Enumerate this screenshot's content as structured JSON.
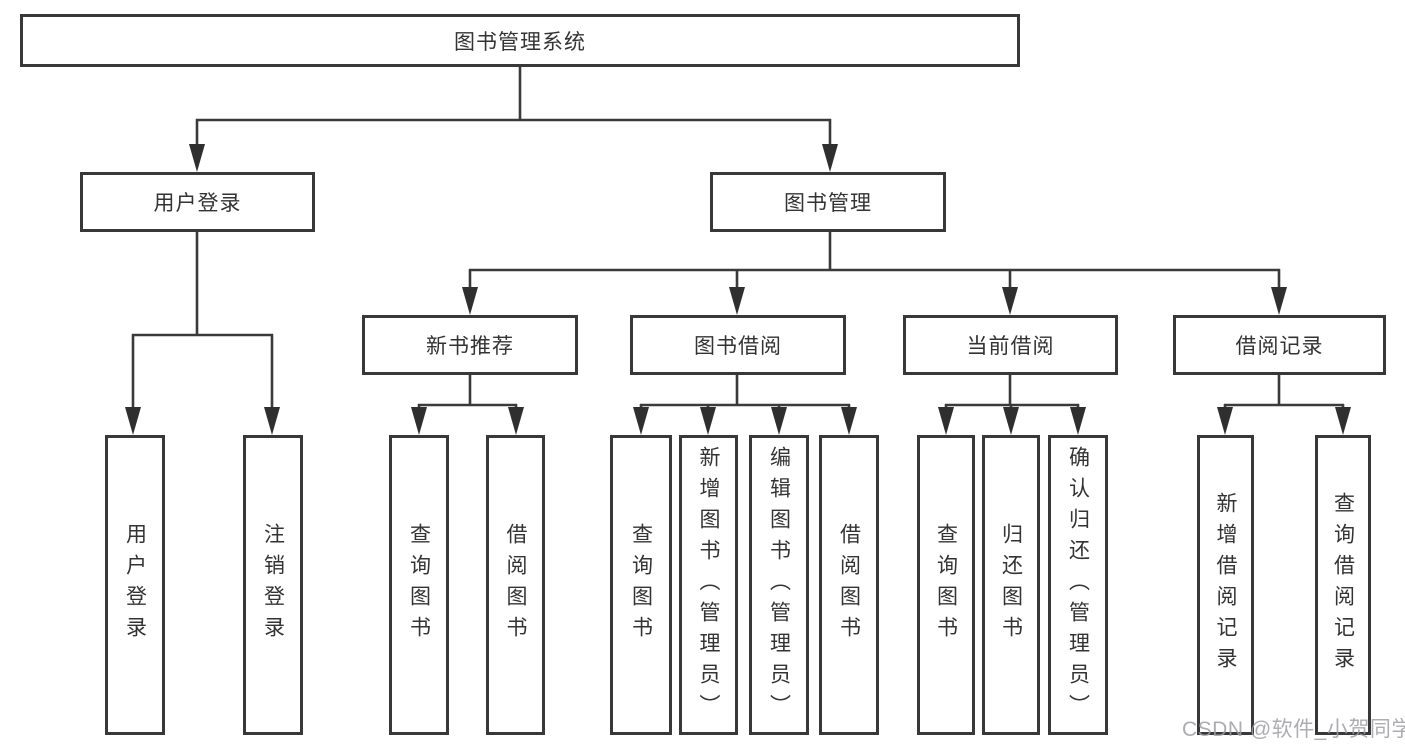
{
  "diagram_type": "hierarchy-tree",
  "tree": {
    "root": "图书管理系统",
    "branches": [
      {
        "label": "用户登录",
        "children": [
          "用户登录",
          "注销登录"
        ]
      },
      {
        "label": "图书管理",
        "children": [
          {
            "label": "新书推荐",
            "children": [
              "查询图书",
              "借阅图书"
            ]
          },
          {
            "label": "图书借阅",
            "children": [
              "查询图书",
              "新增图书（管理员）",
              "编辑图书（管理员）",
              "借阅图书"
            ]
          },
          {
            "label": "当前借阅",
            "children": [
              "查询图书",
              "归还图书",
              "确认归还（管理员）"
            ]
          },
          {
            "label": "借阅记录",
            "children": [
              "新增借阅记录",
              "查询借阅记录"
            ]
          }
        ]
      }
    ]
  },
  "watermark": "CSDN @软件_小贺同学",
  "colors": {
    "line": "#3a3a3a",
    "border": "#383838",
    "text": "#333333",
    "background": "#ffffff",
    "watermark": "#9e9ea4"
  }
}
